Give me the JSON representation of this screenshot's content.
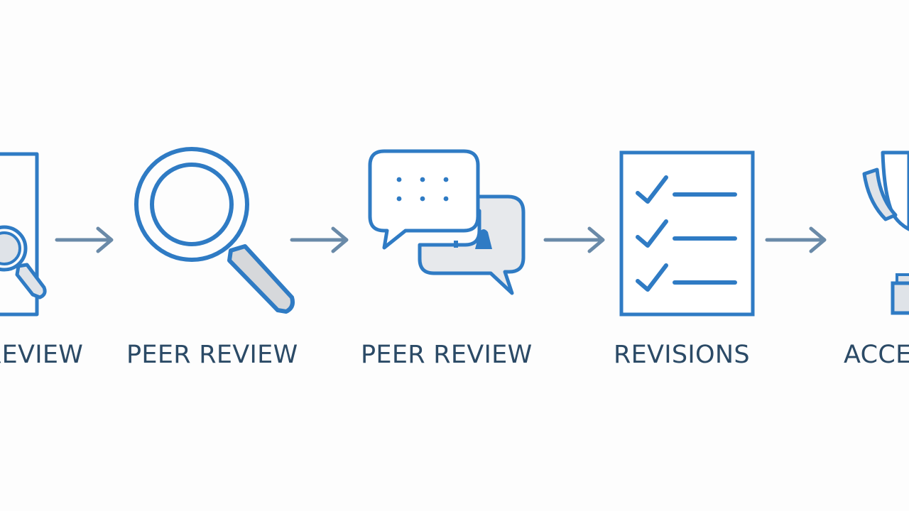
{
  "diagram": {
    "title": "",
    "steps": [
      {
        "id": "step-1",
        "label": "REVIEW",
        "icon": "document-magnifier-icon"
      },
      {
        "id": "step-2",
        "label": "PEER REVIEW",
        "icon": "magnifying-glass-icon"
      },
      {
        "id": "step-3",
        "label": "PEER REVIEW",
        "icon": "chat-bubbles-icon"
      },
      {
        "id": "step-4",
        "label": "REVISIONS",
        "icon": "checklist-icon"
      },
      {
        "id": "step-5",
        "label": "ACCE",
        "icon": "trophy-icon"
      }
    ],
    "connectors": [
      "arrow",
      "arrow",
      "arrow",
      "arrow"
    ]
  },
  "colors": {
    "icon_stroke": "#2f7bc4",
    "icon_fill_light": "#dfe3e8",
    "arrow": "#6a8aa8",
    "label": "#2b4a66",
    "background": "#fdfdfd"
  }
}
